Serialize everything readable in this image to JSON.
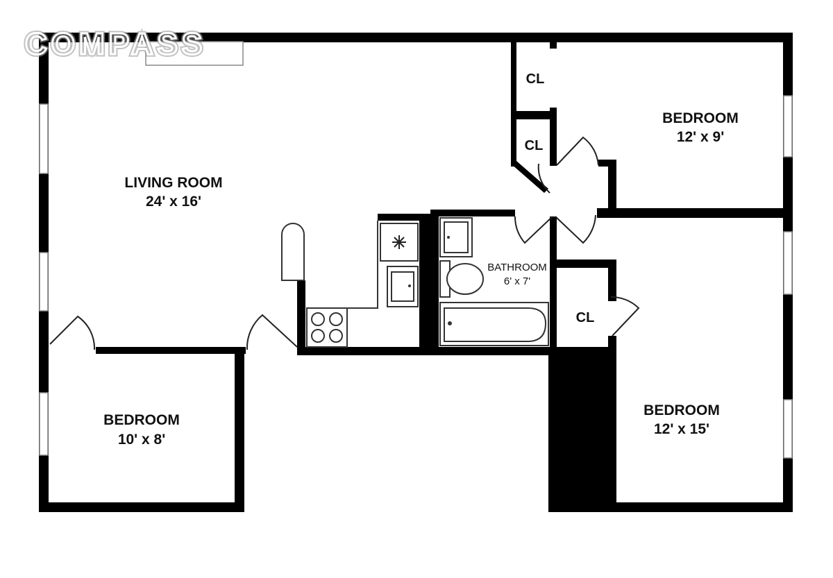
{
  "brand": {
    "logo_text": "COMPASS"
  },
  "rooms": {
    "living_room": {
      "name": "LIVING ROOM",
      "size": "24' x 16'"
    },
    "bedroom_top_right": {
      "name": "BEDROOM",
      "size": "12' x 9'"
    },
    "bedroom_bottom_left": {
      "name": "BEDROOM",
      "size": "10' x 8'"
    },
    "bedroom_bottom_right": {
      "name": "BEDROOM",
      "size": "12' x 15'"
    },
    "bathroom": {
      "name": "BATHROOM",
      "size": "6' x 7'"
    },
    "closet_1": {
      "name": "CL"
    },
    "closet_2": {
      "name": "CL"
    },
    "closet_3": {
      "name": "CL"
    }
  },
  "colors": {
    "wall": "#000000",
    "background": "#ffffff"
  },
  "icons": {
    "freezer": "snowflake-icon"
  }
}
